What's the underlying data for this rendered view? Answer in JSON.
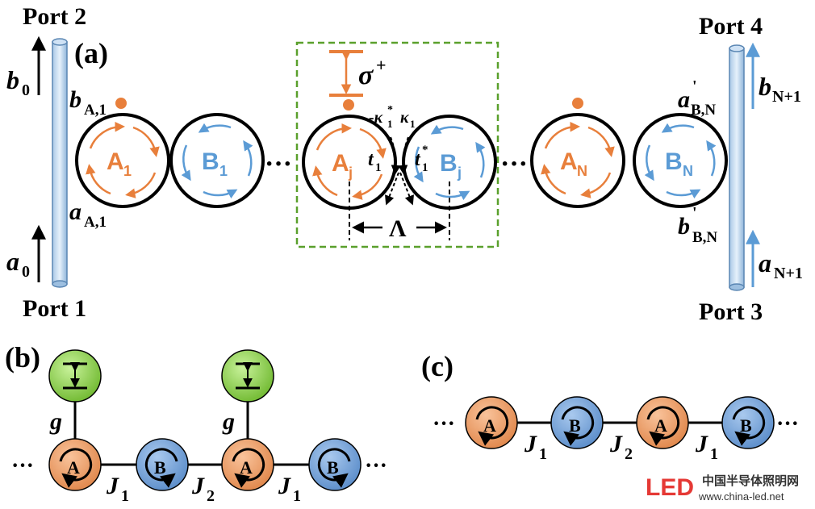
{
  "colors": {
    "orange": "#E87F3B",
    "blue": "#5B9BD5",
    "green_dash": "#5AA02C",
    "green_fill": "#8FD14F",
    "orange_fill": "#F4A46E",
    "blue_fill": "#7FA9DD",
    "logo_red": "#E53935",
    "logo_blue": "#1E88E5",
    "logo_yellow": "#FDD835"
  },
  "panel_a": {
    "label": "(a)",
    "port2": "Port 2",
    "port1": "Port 1",
    "port4": "Port 4",
    "port3": "Port 3",
    "b0_sym": "b",
    "b0_sub": "0",
    "a0_sym": "a",
    "a0_sub": "0",
    "bA1_sym": "b",
    "bA1_sub": "A,1",
    "aA1_sym": "a",
    "aA1_sub": "A,1",
    "bN1_sym": "b",
    "bN1_sub": "N+1",
    "aN1_sym": "a",
    "aN1_sub": "N+1",
    "aBN_sym": "a",
    "aBN_prime": "'",
    "aBN_sub": "B,N",
    "bBN_sym": "b",
    "bBN_prime": "'",
    "bBN_sub": "B,N",
    "sigma_sym": "σ",
    "sigma_sup": "+",
    "kappa_neg": "-κ",
    "kappa_neg_sup": "*",
    "kappa_neg_sub": "1",
    "kappa_sym": "κ",
    "kappa_sub": "1",
    "t_sym": "t",
    "t_sub": "1",
    "tstar_sym": "t",
    "tstar_sup": "*",
    "tstar_sub": "1",
    "lambda": "Λ",
    "dots": "···",
    "ring_a1_main": "A",
    "ring_a1_sub": "1",
    "ring_b1_main": "B",
    "ring_b1_sub": "1",
    "ring_aj_main": "A",
    "ring_aj_sub": "j",
    "ring_bj_main": "B",
    "ring_bj_sub": "j",
    "ring_an_main": "A",
    "ring_an_sub": "N",
    "ring_bn_main": "B",
    "ring_bn_sub": "N"
  },
  "panel_b": {
    "label": "(b)",
    "g": "g",
    "A": "A",
    "B": "B",
    "J_sym": "J",
    "J1_sub": "1",
    "J2_sub": "2",
    "dots": "···"
  },
  "panel_c": {
    "label": "(c)",
    "A": "A",
    "B": "B",
    "J_sym": "J",
    "J1_sub": "1",
    "J2_sub": "2",
    "dots": "···"
  },
  "watermark": {
    "logo": "LED",
    "cn": "中国半导体照明网",
    "url": "www.china-led.net"
  }
}
